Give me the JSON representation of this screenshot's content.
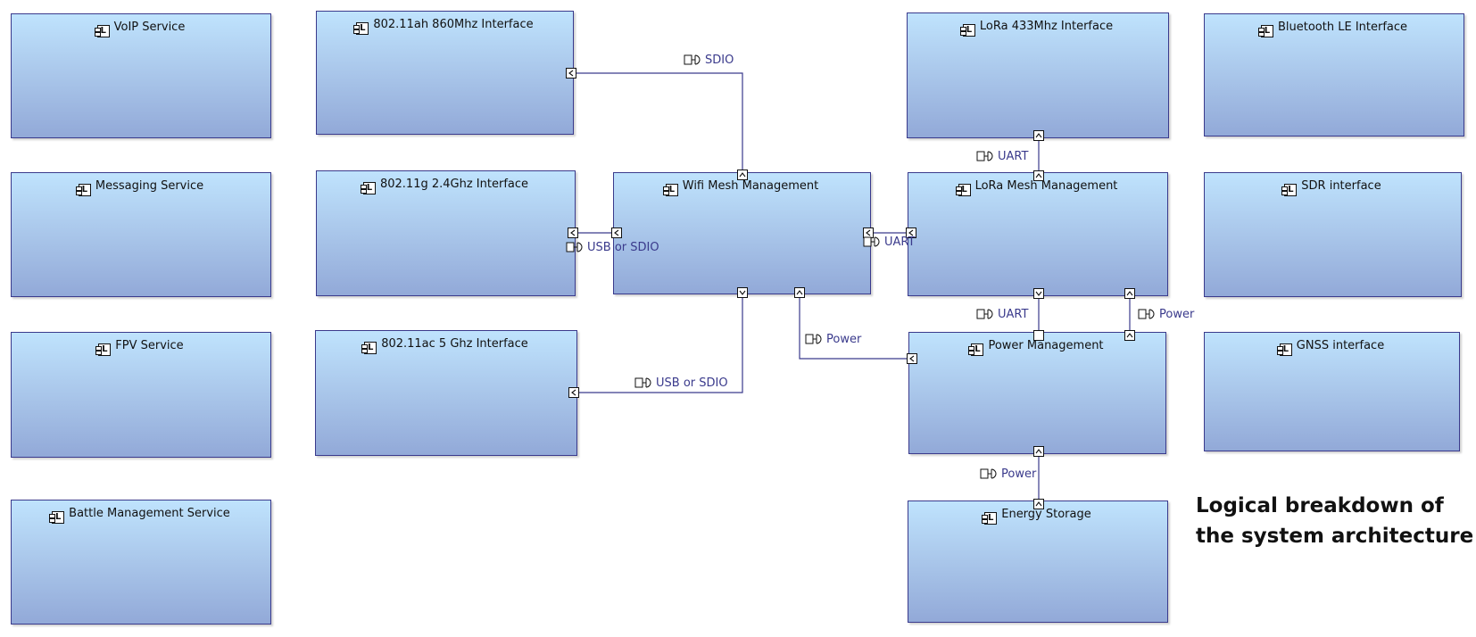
{
  "diagram_title_line1": "Logical breakdown of",
  "diagram_title_line2": "the system architecture",
  "components": {
    "voip": "VoIP Service",
    "messaging": "Messaging Service",
    "fpv": "FPV Service",
    "battle": "Battle Management Service",
    "wifi_860": "802.11ah 860Mhz Interface",
    "wifi_24": "802.11g 2.4Ghz Interface",
    "wifi_5": "802.11ac 5 Ghz Interface",
    "wifi_mesh": "Wifi Mesh Management",
    "lora_433": "LoRa 433Mhz Interface",
    "lora_mesh": "LoRa Mesh Management",
    "power_mgmt": "Power Management",
    "energy": "Energy Storage",
    "ble": "Bluetooth LE Interface",
    "sdr": "SDR interface",
    "gnss": "GNSS interface"
  },
  "connections": {
    "sdio": "SDIO",
    "usb_sdio_24": "USB or SDIO",
    "usb_sdio_5": "USB or SDIO",
    "uart_mesh": "UART",
    "power_wifi": "Power",
    "uart_lora433": "UART",
    "uart_power": "UART",
    "power_lora": "Power",
    "power_energy": "Power"
  },
  "colors": {
    "wire": "#3a3a8c",
    "box_top": "#bfe3fd",
    "box_bottom": "#92a9d8"
  },
  "icons": {
    "component": "library-component-icon",
    "interface": "provided-interface-icon"
  }
}
